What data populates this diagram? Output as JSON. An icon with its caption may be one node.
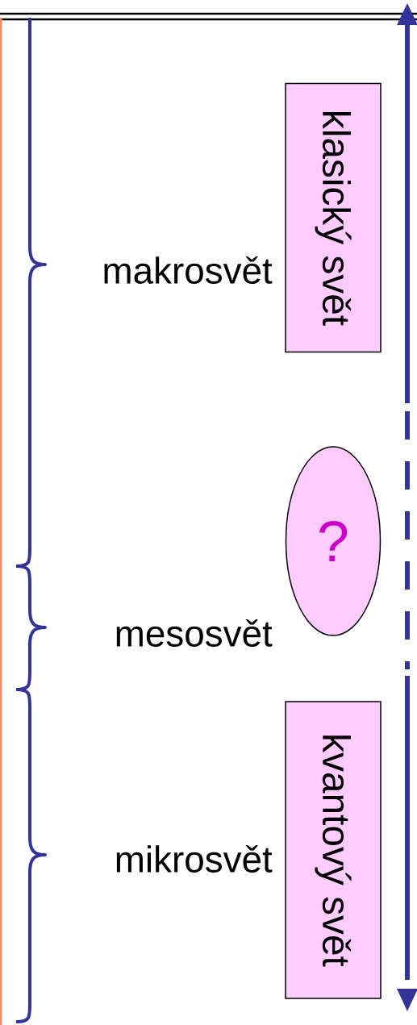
{
  "diagram": {
    "nodes": [
      {
        "text": [
          "klasický svět"
        ]
      },
      {
        "text": [
          "?"
        ]
      },
      {
        "text": [
          "kvantový svět"
        ]
      }
    ],
    "labels": [
      "makrosvět",
      "mesosvět",
      "mikrosvět"
    ]
  }
}
